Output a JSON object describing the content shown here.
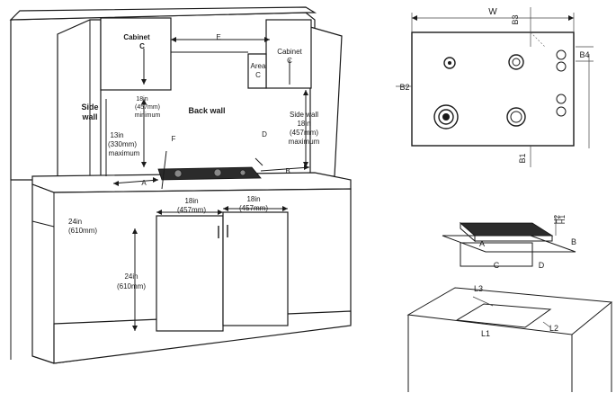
{
  "install_diagram": {
    "labels": {
      "cabinet_left": "Cabinet",
      "cabinet_left_letter": "C",
      "cabinet_right": "Cabinet",
      "cabinet_right_letter": "C",
      "area": "Area",
      "area_letter": "C",
      "dim_e": "E",
      "side_wall": "Side",
      "side_wall_2": "wall",
      "back_wall": "Back wall",
      "side_wall_right": "Side wall",
      "side_wall_right_dim1": "18in",
      "side_wall_right_dim2": "(457mm)",
      "side_wall_right_dim3": "maximum",
      "overlap_1": "18in",
      "overlap_2": "(457mm)",
      "overlap_3": "minimum",
      "left_dim_1": "13in",
      "left_dim_2": "(330mm)",
      "left_dim_3": "maximum",
      "dim_f": "F",
      "dim_d": "D",
      "dim_a": "A",
      "dim_b": "B",
      "left_depth_1": "24in",
      "left_depth_2": "(610mm)",
      "door_left_1": "18in",
      "door_left_2": "(457mm)",
      "door_right_1": "18in",
      "door_right_2": "(457mm)",
      "height_1": "24in",
      "height_2": "(610mm)"
    }
  },
  "top_view": {
    "labels": {
      "w": "W",
      "b3": "B3",
      "b4": "B4",
      "b2": "B2",
      "b1": "B1"
    }
  },
  "iso_view": {
    "labels": {
      "h2": "H2",
      "h1": "H1",
      "a": "A",
      "b": "B",
      "c": "C",
      "d": "D"
    }
  },
  "cutout_view": {
    "labels": {
      "l3": "L3",
      "l2": "L2",
      "l1": "L1"
    }
  }
}
